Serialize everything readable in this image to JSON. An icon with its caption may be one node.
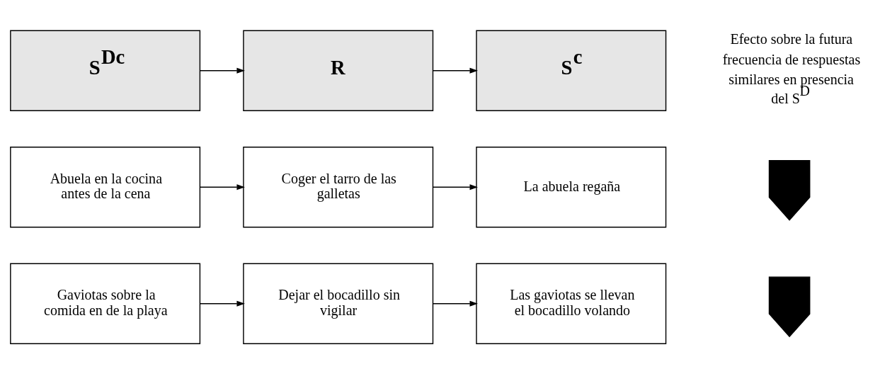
{
  "diagram": {
    "nodes": [
      {
        "text": [
          "S$^{Dc}$"
        ]
      },
      {
        "text": [
          "R"
        ]
      },
      {
        "text": [
          "S$^{c}$"
        ]
      },
      {
        "text": [
          "Abuela en la cocina antes de la cena"
        ]
      },
      {
        "text": [
          "Coger el tarro de las galletas"
        ]
      },
      {
        "text": [
          "La abuela regaña"
        ]
      },
      {
        "text": [],
        "shape": "arrow"
      },
      {
        "text": [
          "Gaviotas sobre la comida en de la playa"
        ]
      },
      {
        "text": [
          "Dejar el bocadillo sin vigilar"
        ]
      },
      {
        "text": [
          "Las gaviotas se llevan el bocadillo volando"
        ]
      },
      {
        "text": [],
        "shape": "arrow"
      }
    ],
    "edges": [
      {
        "from": 0,
        "to": 1,
        "arrow": "to"
      },
      {
        "from": 1,
        "to": 2,
        "arrow": "to"
      },
      {
        "from": 3,
        "to": 4,
        "arrow": "to"
      },
      {
        "from": 4,
        "to": 5,
        "arrow": "to"
      },
      {
        "from": 7,
        "to": 8,
        "arrow": "to"
      },
      {
        "from": 8,
        "to": 9,
        "arrow": "to"
      }
    ],
    "labels": [
      "Efecto sobre la futura frecuencia de respuestas similares en presencia del S$^{D}$"
    ]
  }
}
